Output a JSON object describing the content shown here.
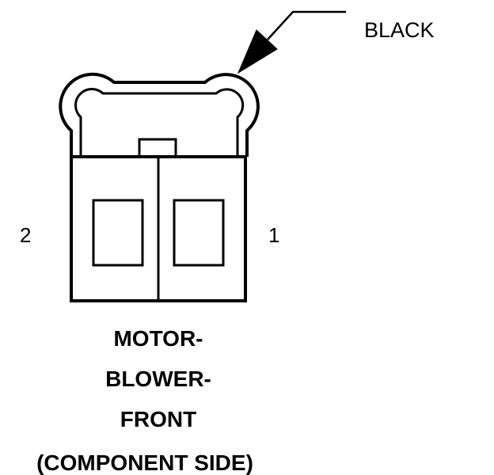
{
  "callout": {
    "color_label": "BLACK"
  },
  "pins": {
    "left": "2",
    "right": "1"
  },
  "component": {
    "line1": "MOTOR-",
    "line2": "BLOWER-",
    "line3": "FRONT",
    "view": "(COMPONENT SIDE)"
  },
  "colors": {
    "ink": "#000000",
    "background": "#ffffff"
  }
}
